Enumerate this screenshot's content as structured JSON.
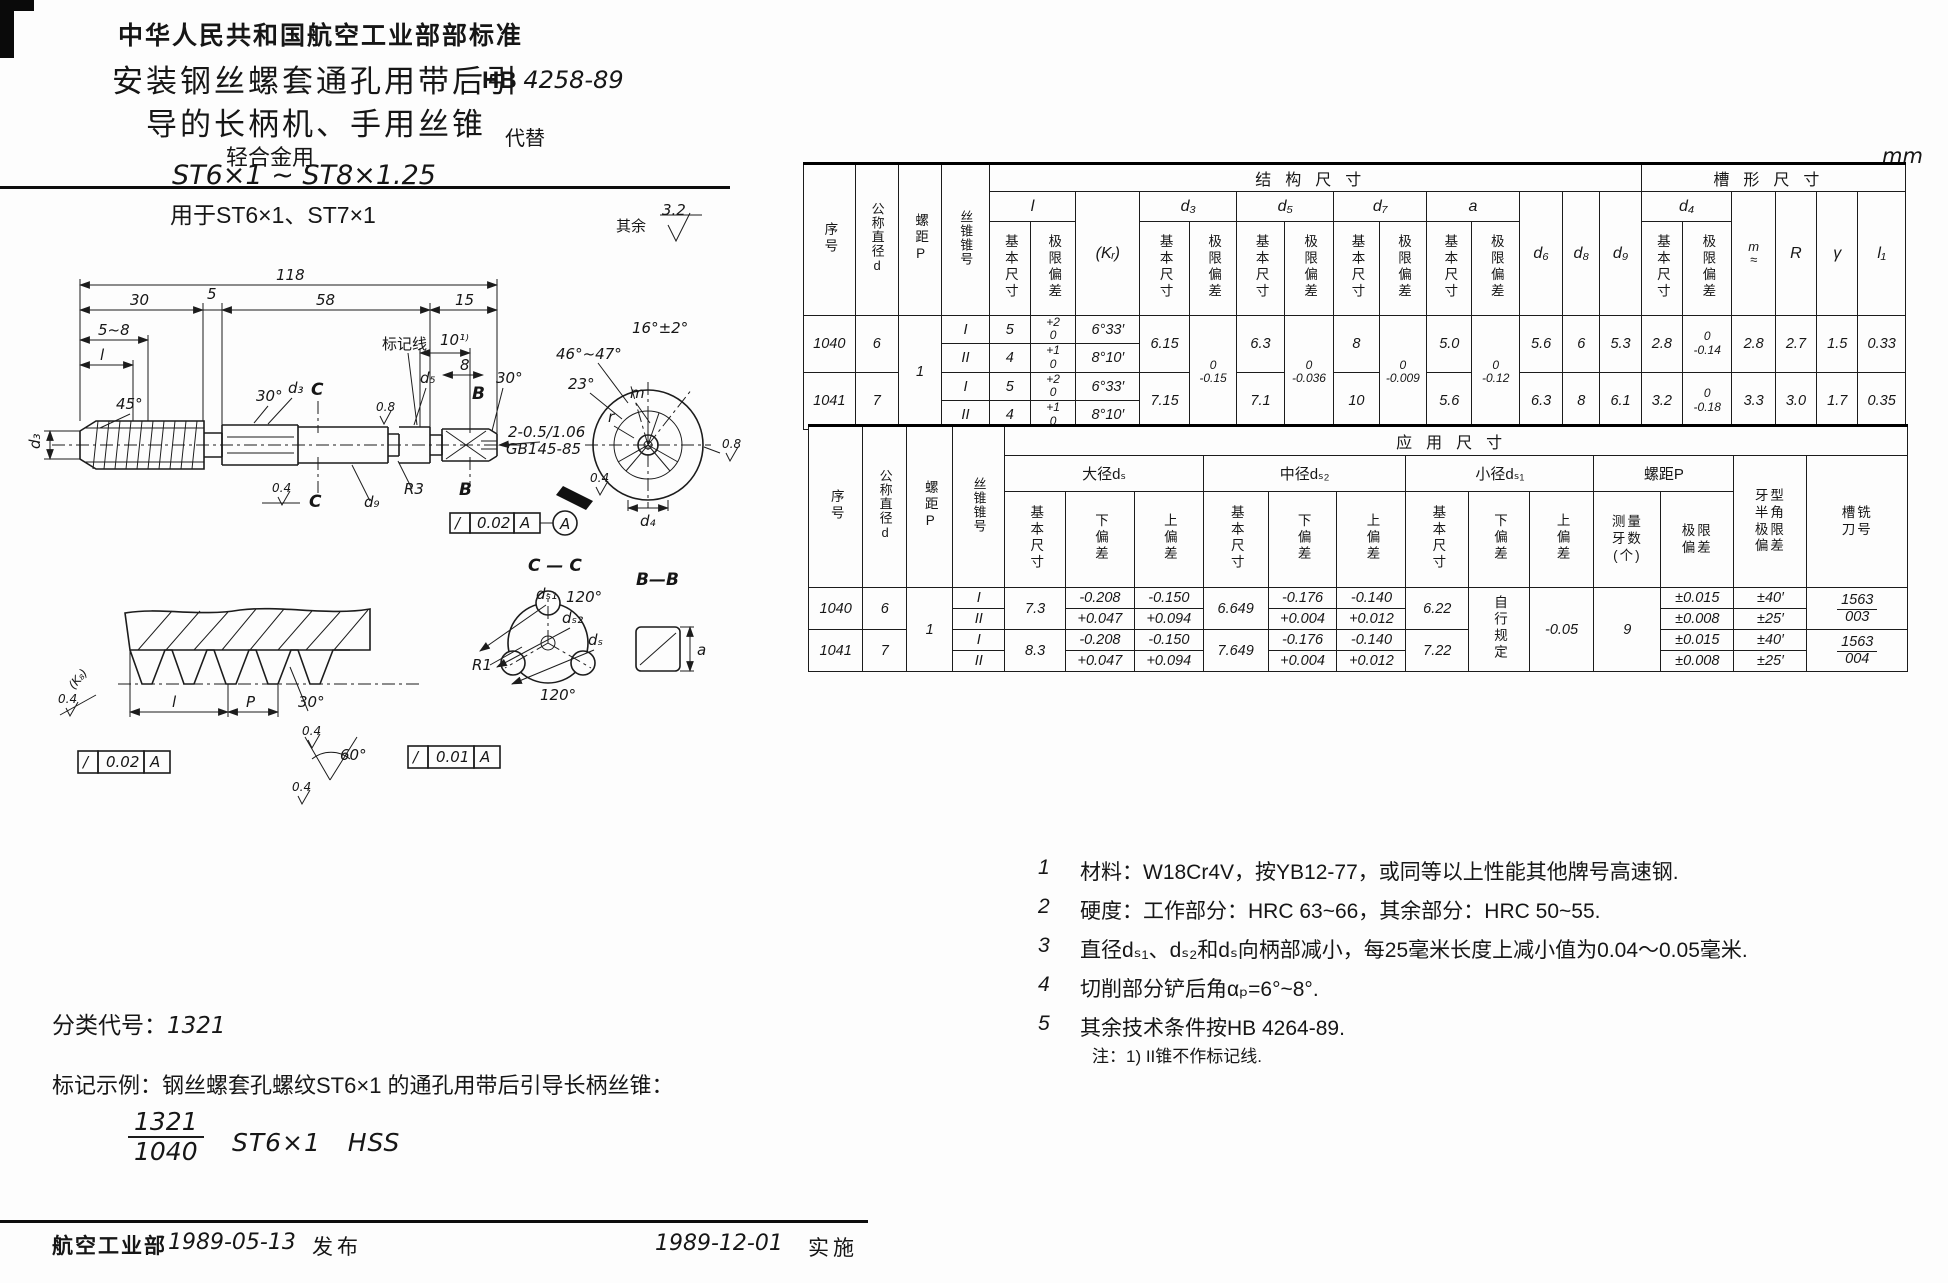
{
  "header": {
    "std_header": "中华人民共和国航空工业部部标准",
    "title1": "安装钢丝螺套通孔用带后引",
    "title2": "导的长柄机、手用丝锥",
    "subtitle": "轻合金用",
    "range": "ST6×1 ~ ST8×1.25",
    "std_prefix": "HB",
    "std_no": "4258-89",
    "replaces": "代替",
    "applies": "用于ST6×1、ST7×1",
    "unit": "mm"
  },
  "drawing": {
    "surf_rest": "其余",
    "surf_val": "3.2",
    "dim118": "118",
    "dim30": "30",
    "dim5": "5",
    "dim58": "58",
    "dim15": "15",
    "dim5to8": "5~8",
    "dim_l": "l",
    "ang45": "45°",
    "ang30_flute": "30°",
    "d3_diag": "d₃",
    "d3_vert": "d₃",
    "mark_line": "标记线",
    "dim10": "10¹⁾",
    "dim8": "8",
    "ang30_end": "30°",
    "sec_c": "C",
    "sec_b": "B",
    "rough08_shank": "0.8",
    "d5_diag": "d₅",
    "hole_line1": "2-0.5/1.06",
    "hole_line2": "GB145-85",
    "rough04_thread": "0.4",
    "r3": "R3",
    "d9": "d₉",
    "tol_shank_sym": "/",
    "tol_shank_val": "0.02",
    "tol_shank_ref": "A",
    "datum_a": "A",
    "ang16": "16°±2°",
    "ang4647": "46°~47°",
    "ang23": "23°",
    "lbl_m": "m",
    "lbl_r": "r",
    "rough08_end": "0.8",
    "rough04_end": "0.4",
    "d4_dim": "d₄",
    "cc": "C — C",
    "deg120_top": "120°",
    "deg120_bot": "120°",
    "r1": "R1",
    "bb": "B—B",
    "lbl_a": "a",
    "ds1": "dₛ₁",
    "ds2": "dₛ₂",
    "ds": "dₛ",
    "k8": "(K₈)",
    "rough04_left": "0.4",
    "dim_l2": "l",
    "dim_p": "P",
    "ang30_tooth": "30°",
    "rough04_tooth": "0.4",
    "ang60": "60°",
    "rough04_root": "0.4",
    "tol1_sym": "/",
    "tol1_val": "0.02",
    "tol1_ref": "A",
    "tol2_sym": "/",
    "tol2_val": "0.01",
    "tol2_ref": "A"
  },
  "table1": {
    "h": {
      "seq": "序号",
      "dia": "公称直径d",
      "pitch": "螺距P",
      "taper": "丝锥锥号",
      "struct": "结构尺寸",
      "groove": "槽形尺寸",
      "l": "l",
      "kr": "(Kᵣ)",
      "d3": "d₃",
      "d5": "d₅",
      "d7": "d₇",
      "a": "a",
      "d6": "d₆",
      "d8": "d₈",
      "d9": "d₉",
      "d4": "d₄",
      "m": "m\n≈",
      "R": "R",
      "gamma": "γ",
      "l1": "l₁",
      "basic": "基本尺寸",
      "dev": "极限偏差"
    },
    "span": {
      "pitch": "1",
      "d3_dev": "0\n-0.15",
      "d5_dev": "0\n-0.036",
      "d7_dev": "0\n-0.009",
      "a_dev": "0\n-0.12"
    },
    "rows": [
      {
        "seq": "1040",
        "d": "6",
        "d3": "6.15",
        "d5": "6.3",
        "d7": "8",
        "a": "5.0",
        "d6": "5.6",
        "d8": "6",
        "d9": "5.3",
        "d4": "2.8",
        "d4_dev": "0\n-0.14",
        "m": "2.8",
        "R": "2.7",
        "gamma": "1.5",
        "l1": "0.33",
        "sub": [
          {
            "taper": "I",
            "l": "5",
            "l_dev": "+2\n0",
            "kr": "6°33′"
          },
          {
            "taper": "II",
            "l": "4",
            "l_dev": "+1\n0",
            "kr": "8°10′"
          }
        ]
      },
      {
        "seq": "1041",
        "d": "7",
        "d3": "7.15",
        "d5": "7.1",
        "d7": "10",
        "a": "5.6",
        "d6": "6.3",
        "d8": "8",
        "d9": "6.1",
        "d4": "3.2",
        "d4_dev": "0\n-0.18",
        "m": "3.3",
        "R": "3.0",
        "gamma": "1.7",
        "l1": "0.35",
        "sub": [
          {
            "taper": "I",
            "l": "5",
            "l_dev": "+2\n0",
            "kr": "6°33′"
          },
          {
            "taper": "II",
            "l": "4",
            "l_dev": "+1\n0",
            "kr": "8°10′"
          }
        ]
      }
    ]
  },
  "table2": {
    "h": {
      "seq": "序号",
      "dia": "公称直径d",
      "pitch": "螺距P",
      "taper": "丝锥锥号",
      "app": "应用尺寸",
      "major": "大径dₛ",
      "middle": "中径dₛ₂",
      "minor": "小径dₛ₁",
      "pitch_grp": "螺距P",
      "basic": "基本尺寸",
      "lower": "下偏差",
      "upper": "上偏差",
      "teeth": "测量\n牙数\n(个)",
      "dev": "极限\n偏差",
      "half_angle": "牙型半角极限偏差",
      "cutter": "槽铣\n刀号"
    },
    "span": {
      "pitch": "1",
      "minor_lower": "自行规定",
      "minor_upper": "-0.05",
      "teeth": "9"
    },
    "rows": [
      {
        "seq": "1040",
        "d": "6",
        "ds": "7.3",
        "ds2": "6.649",
        "ds1": "6.22",
        "cutter_num": "1563",
        "cutter_den": "003",
        "sub": [
          {
            "taper": "I",
            "ds_lo": "-0.208",
            "ds_hi": "-0.150",
            "ds2_lo": "-0.176",
            "ds2_hi": "-0.140",
            "p_dev": "±0.015",
            "ha_dev": "±40′"
          },
          {
            "taper": "II",
            "ds_lo": "+0.047",
            "ds_hi": "+0.094",
            "ds2_lo": "+0.004",
            "ds2_hi": "+0.012",
            "p_dev": "±0.008",
            "ha_dev": "±25′"
          }
        ]
      },
      {
        "seq": "1041",
        "d": "7",
        "ds": "8.3",
        "ds2": "7.649",
        "ds1": "7.22",
        "cutter_num": "1563",
        "cutter_den": "004",
        "sub": [
          {
            "taper": "I",
            "ds_lo": "-0.208",
            "ds_hi": "-0.150",
            "ds2_lo": "-0.176",
            "ds2_hi": "-0.140",
            "p_dev": "±0.015",
            "ha_dev": "±40′"
          },
          {
            "taper": "II",
            "ds_lo": "+0.047",
            "ds_hi": "+0.094",
            "ds2_lo": "+0.004",
            "ds2_hi": "+0.012",
            "p_dev": "±0.008",
            "ha_dev": "±25′"
          }
        ]
      }
    ]
  },
  "notes": {
    "items": [
      {
        "no": "1",
        "text": "材料：W18Cr4V，按YB12-77，或同等以上性能其他牌号高速钢."
      },
      {
        "no": "2",
        "text": "硬度：工作部分：HRC 63~66，其余部分：HRC 50~55."
      },
      {
        "no": "3",
        "text": "直径dₛ₁、dₛ₂和dₛ向柄部减小，每25毫米长度上减小值为0.04～0.05毫米."
      },
      {
        "no": "4",
        "text": "切削部分铲后角αₚ=6°~8°."
      },
      {
        "no": "5",
        "text": "其余技术条件按HB 4264-89."
      }
    ],
    "footnote": "注：1) II锥不作标记线."
  },
  "left_block": {
    "class_code_label": "分类代号：",
    "class_code": "1321",
    "mark_example": "标记示例：钢丝螺套孔螺纹ST6×1 的通孔用带后引导长柄丝锥：",
    "ex_num": "1321",
    "ex_den": "1040",
    "ex_code": "ST6×1",
    "ex_mat": "HSS"
  },
  "footer": {
    "org": "航空工业部",
    "date_pub": "1989-05-13",
    "pub": "发布",
    "date_impl": "1989-12-01",
    "impl": "实施"
  }
}
